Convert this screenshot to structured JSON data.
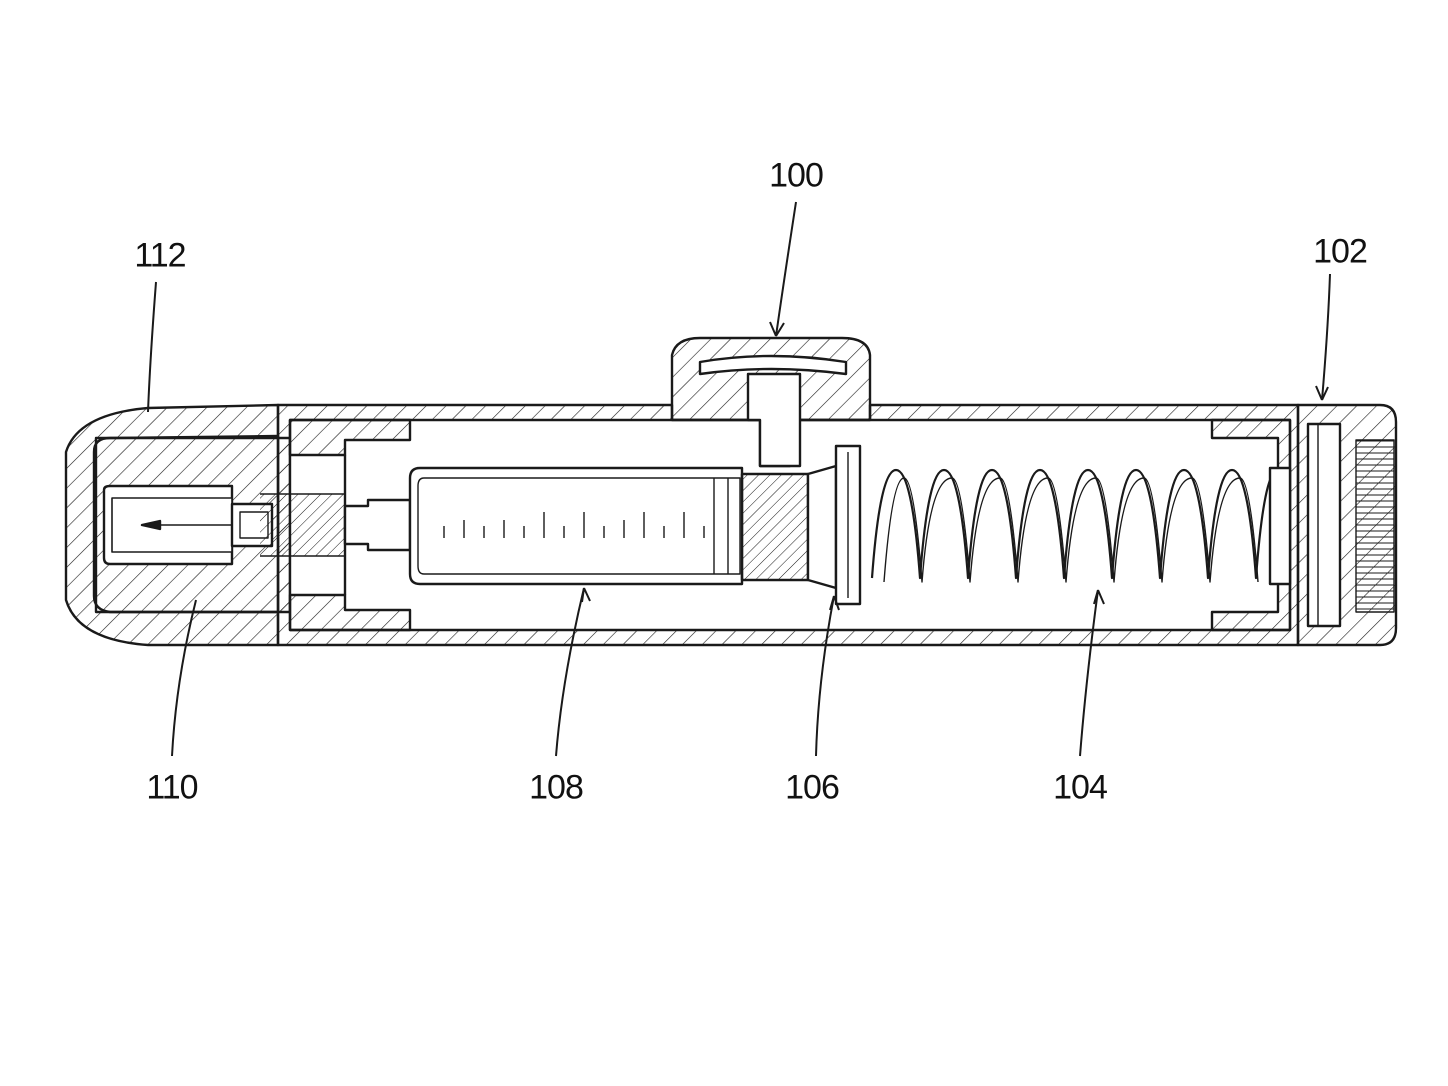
{
  "figure": {
    "reference_numerals": {
      "device": "100",
      "end_cap": "102",
      "spring": "104",
      "plunger_flange": "106",
      "syringe": "108",
      "needle_shield": "110",
      "front_cap": "112"
    },
    "line_color": "#1a1a1a",
    "background_color": "#ffffff"
  }
}
